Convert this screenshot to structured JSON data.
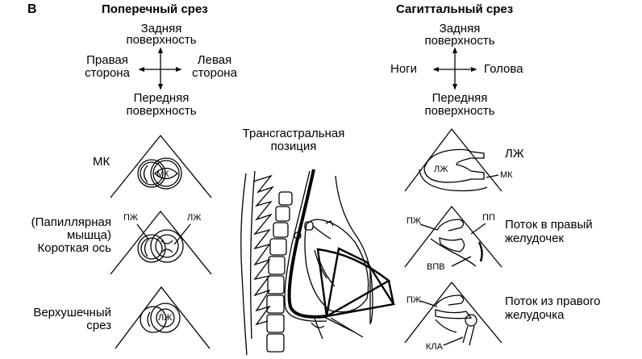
{
  "figure": {
    "panel_letter": "В",
    "transverse": {
      "title": "Поперечный срез",
      "orientation": {
        "top": [
          "Задняя",
          "поверхность"
        ],
        "bottom": [
          "Передняя",
          "поверхность"
        ],
        "left": [
          "Правая",
          "сторона"
        ],
        "right": [
          "Левая",
          "сторона"
        ]
      },
      "views": [
        {
          "label": [
            "МК"
          ],
          "inner_labels": [
            "МК"
          ]
        },
        {
          "label": [
            "(Папиллярная",
            "мышца)",
            "Короткая ось"
          ],
          "inner_labels": [
            "ПЖ",
            "ЛЖ"
          ]
        },
        {
          "label": [
            "Верхушечный",
            "срез"
          ],
          "inner_labels": [
            "ЛЖ"
          ]
        }
      ]
    },
    "center": {
      "title": [
        "Трансгастральная",
        "позиция"
      ]
    },
    "sagittal": {
      "title": "Сагиттальный срез",
      "orientation": {
        "top": [
          "Задняя",
          "поверхность"
        ],
        "bottom": [
          "Передняя",
          "поверхность"
        ],
        "left": "Ноги",
        "right": "Голова"
      },
      "views": [
        {
          "label": [
            "ЛЖ"
          ],
          "inner_labels": [
            "ЛЖ",
            "МК"
          ]
        },
        {
          "label": [
            "Поток в правый",
            "желудочек"
          ],
          "inner_labels": [
            "ПЖ",
            "ПП",
            "ВПВ"
          ]
        },
        {
          "label": [
            "Поток из правого",
            "желудочка"
          ],
          "inner_labels": [
            "ПЖ",
            "КЛА"
          ]
        }
      ]
    }
  }
}
